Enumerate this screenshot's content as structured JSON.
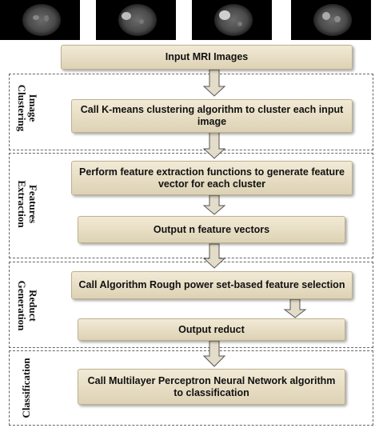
{
  "input_box": {
    "label": "Input MRI Images"
  },
  "sections": [
    {
      "label": "Image Clustering"
    },
    {
      "label": "Features Extraction"
    },
    {
      "label": "Reduct Generation"
    },
    {
      "label": "Classification"
    }
  ],
  "steps": {
    "kmeans": "Call K-means clustering algorithm to cluster each input image",
    "feature_extraction": "Perform feature extraction functions to generate feature vector for each cluster",
    "output_vectors": "Output n feature vectors",
    "rough_power": "Call Algorithm  Rough power set-based feature selection",
    "output_reduct": "Output reduct",
    "mlp": "Call Multilayer Perceptron Neural Network algorithm to classification"
  },
  "colors": {
    "box_fill_top": "#f2ead6",
    "box_fill_bottom": "#ddd2b4",
    "arrow_fill": "#e2dcc8",
    "arrow_stroke": "#555555",
    "dash": "#666666"
  }
}
